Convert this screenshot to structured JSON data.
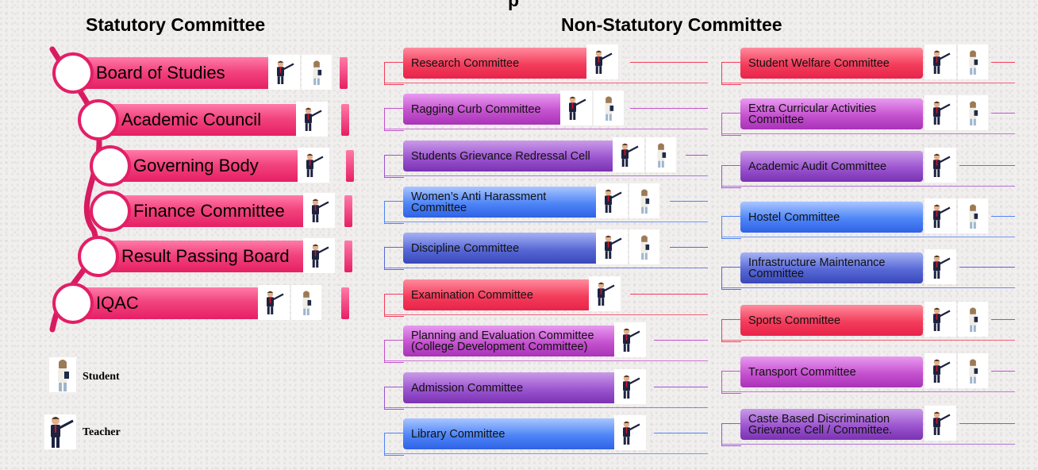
{
  "headings": {
    "statutory": "Statutory Committee",
    "non_statutory": "Non-Statutory Committee",
    "top_partial": "p"
  },
  "statutory": [
    {
      "label": "Board of Studies",
      "members": [
        "teacher",
        "student"
      ]
    },
    {
      "label": "Academic Council",
      "members": [
        "teacher"
      ]
    },
    {
      "label": "Governing Body",
      "members": [
        "teacher"
      ]
    },
    {
      "label": "Finance Committee",
      "members": [
        "teacher"
      ]
    },
    {
      "label": "Result Passing Board",
      "members": [
        "teacher"
      ]
    },
    {
      "label": "IQAC",
      "members": [
        "teacher",
        "student"
      ]
    }
  ],
  "non_statutory_left": [
    {
      "label": "Research Committee",
      "color": "red",
      "members": [
        "teacher"
      ]
    },
    {
      "label": "Ragging Curb Committee",
      "color": "purple",
      "members": [
        "teacher",
        "student"
      ]
    },
    {
      "label": "Students Grievance Redressal Cell",
      "color": "violet",
      "members": [
        "teacher",
        "student"
      ]
    },
    {
      "label": "Women’s Anti Harassment Committee",
      "color": "blue",
      "members": [
        "teacher",
        "student"
      ]
    },
    {
      "label": "Discipline Committee",
      "color": "indigo",
      "members": [
        "teacher",
        "student"
      ]
    },
    {
      "label": "Examination Committee",
      "color": "red",
      "members": [
        "teacher"
      ]
    },
    {
      "label": "Planning and Evaluation Committee (College Development Committee)",
      "color": "purple",
      "members": [
        "teacher"
      ]
    },
    {
      "label": "Admission Committee",
      "color": "violet",
      "members": [
        "teacher"
      ]
    },
    {
      "label": "Library Committee",
      "color": "blue",
      "members": [
        "teacher"
      ]
    }
  ],
  "non_statutory_right": [
    {
      "label": "Student Welfare Committee",
      "color": "red",
      "members": [
        "teacher",
        "student"
      ]
    },
    {
      "label": "Extra Curricular Activities Committee",
      "color": "purple",
      "members": [
        "teacher",
        "student"
      ]
    },
    {
      "label": "Academic Audit Committee",
      "color": "violet",
      "members": [
        "teacher"
      ]
    },
    {
      "label": "Hostel Committee",
      "color": "blue",
      "members": [
        "teacher",
        "student"
      ]
    },
    {
      "label": "Infrastructure Maintenance Committee",
      "color": "indigo",
      "members": [
        "teacher"
      ]
    },
    {
      "label": "Sports Committee",
      "color": "red",
      "members": [
        "teacher",
        "student"
      ]
    },
    {
      "label": "Transport Committee",
      "color": "purple",
      "members": [
        "teacher",
        "student"
      ]
    },
    {
      "label": "Caste Based Discrimination Grievance Cell / Committee.",
      "color": "violet",
      "members": [
        "teacher"
      ]
    }
  ],
  "legend": [
    {
      "icon": "student-icon",
      "label": "Student"
    },
    {
      "icon": "teacher-icon",
      "label": "Teacher"
    }
  ],
  "colors": {
    "red": "#f33d5b",
    "purple": "#c552cf",
    "violet": "#9c55cf",
    "blue": "#4e85f6",
    "indigo": "#5869d6",
    "statutory_pink": "#f2447e",
    "spine": "#d81b60"
  }
}
